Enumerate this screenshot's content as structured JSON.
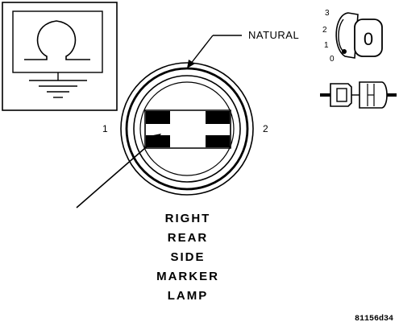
{
  "figure_id": "81156d34",
  "connector": {
    "wire_color_label": "NATURAL",
    "pin_left": "1",
    "pin_right": "2",
    "name_lines": [
      "RIGHT",
      "REAR",
      "SIDE",
      "MARKER",
      "LAMP"
    ]
  },
  "legend_symbol": {
    "name": "ground-symbol",
    "glyph": "Ω"
  },
  "key_view": {
    "positions": [
      "3",
      "2",
      "1",
      "0"
    ],
    "key_glyph": "0"
  },
  "colors": {
    "ink": "#000000",
    "background": "#ffffff"
  }
}
